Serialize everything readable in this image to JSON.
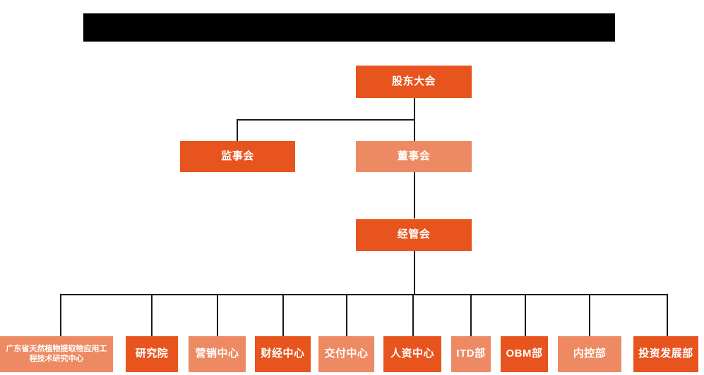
{
  "chart_data": {
    "type": "diagram",
    "diagram_kind": "organization-chart",
    "title": "",
    "title_bar_redacted": true,
    "colors": {
      "dark_orange": "#E8541E",
      "light_orange": "#ED8A63",
      "connector": "#1a1a1a",
      "background": "#ffffff",
      "redaction": "#000000",
      "node_text": "#ffffff"
    },
    "levels": [
      {
        "level": 1,
        "nodes": [
          "shareholders_meeting"
        ]
      },
      {
        "level": 2,
        "nodes": [
          "board_of_supervisors",
          "board_of_directors"
        ]
      },
      {
        "level": 3,
        "nodes": [
          "management_committee"
        ]
      },
      {
        "level": 4,
        "nodes": [
          "engineering_research_center",
          "research_institute",
          "marketing_center",
          "finance_center",
          "delivery_center",
          "hr_center",
          "itd_dept",
          "obm_dept",
          "internal_control_dept",
          "investment_development_dept"
        ]
      }
    ],
    "edges": [
      {
        "from": "shareholders_meeting",
        "to": "board_of_supervisors"
      },
      {
        "from": "shareholders_meeting",
        "to": "board_of_directors"
      },
      {
        "from": "board_of_directors",
        "to": "management_committee"
      },
      {
        "from": "management_committee",
        "to": "engineering_research_center"
      },
      {
        "from": "management_committee",
        "to": "research_institute"
      },
      {
        "from": "management_committee",
        "to": "marketing_center"
      },
      {
        "from": "management_committee",
        "to": "finance_center"
      },
      {
        "from": "management_committee",
        "to": "delivery_center"
      },
      {
        "from": "management_committee",
        "to": "hr_center"
      },
      {
        "from": "management_committee",
        "to": "itd_dept"
      },
      {
        "from": "management_committee",
        "to": "obm_dept"
      },
      {
        "from": "management_committee",
        "to": "internal_control_dept"
      },
      {
        "from": "management_committee",
        "to": "investment_development_dept"
      }
    ]
  },
  "nodes": {
    "shareholders_meeting": {
      "label": "股东大会",
      "tone": "dark"
    },
    "board_of_supervisors": {
      "label": "监事会",
      "tone": "dark"
    },
    "board_of_directors": {
      "label": "董事会",
      "tone": "light"
    },
    "management_committee": {
      "label": "经管会",
      "tone": "dark"
    },
    "engineering_research_center": {
      "label": "广东省天然植物提取物应用工程技术研究中心",
      "tone": "light"
    },
    "research_institute": {
      "label": "研究院",
      "tone": "dark"
    },
    "marketing_center": {
      "label": "营销中心",
      "tone": "light"
    },
    "finance_center": {
      "label": "财经中心",
      "tone": "dark"
    },
    "delivery_center": {
      "label": "交付中心",
      "tone": "light"
    },
    "hr_center": {
      "label": "人资中心",
      "tone": "dark"
    },
    "itd_dept": {
      "label": "ITD部",
      "tone": "light"
    },
    "obm_dept": {
      "label": "OBM部",
      "tone": "dark"
    },
    "internal_control_dept": {
      "label": "内控部",
      "tone": "light"
    },
    "investment_development_dept": {
      "label": "投资发展部",
      "tone": "dark"
    }
  }
}
